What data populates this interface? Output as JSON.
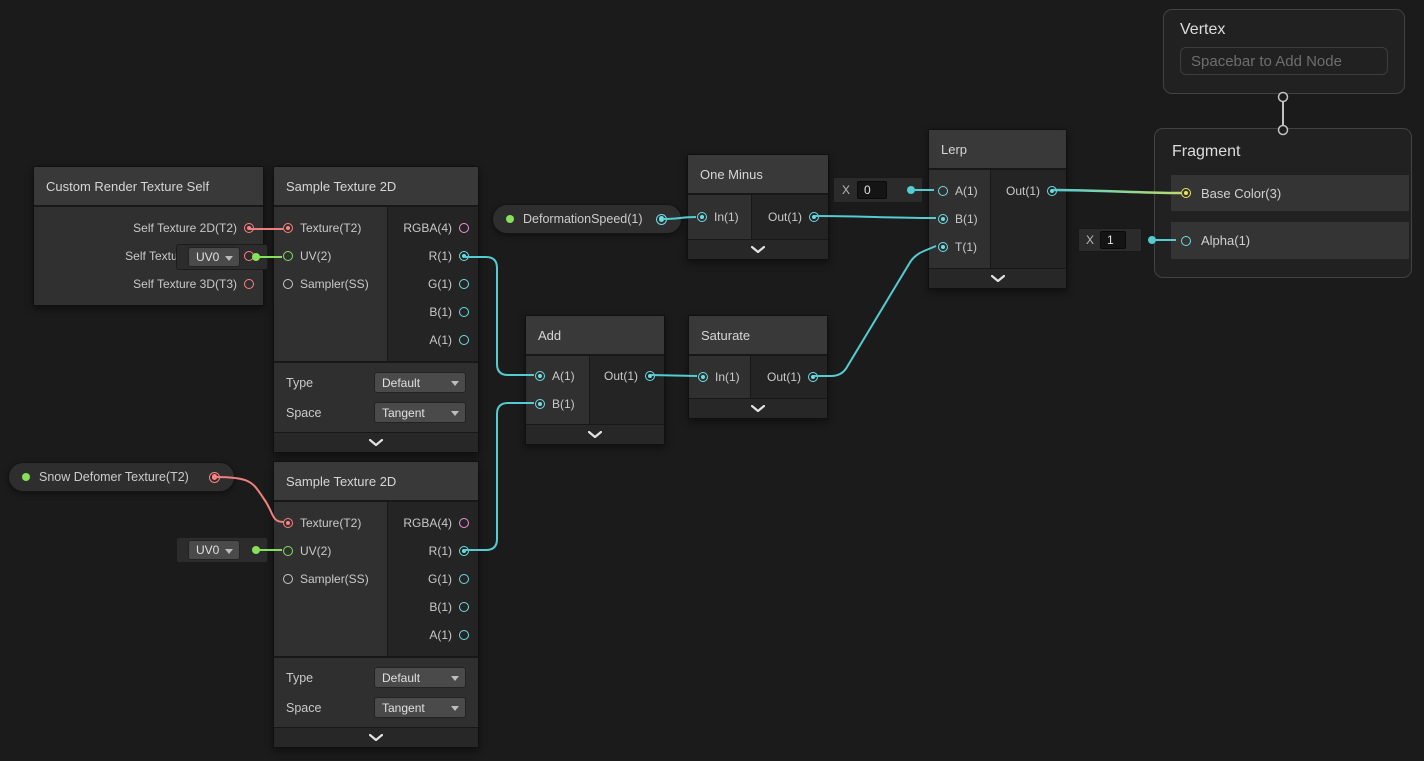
{
  "colors": {
    "background": "#1b1b1b",
    "float_port": "#6ddde2",
    "vector2_port": "#86e05a",
    "vector3_port": "#e6e55e",
    "vector4_port": "#f192d8",
    "texture2d_port": "#ff8181",
    "sampler_port": "#c9c9c9",
    "wire_float": "#53ccd2",
    "wire_texture": "#ef8080",
    "exposed_property_dot": "#86e05a"
  },
  "pills": {
    "snow": {
      "label": "Snow Defomer Texture(T2)"
    },
    "deformation": {
      "label": "DeformationSpeed(1)"
    }
  },
  "nodes": {
    "crt": {
      "title": "Custom Render Texture Self",
      "outputs": [
        "Self Texture 2D(T2)",
        "Self Texture Cube(C)",
        "Self Texture 3D(T3)"
      ]
    },
    "sample1": {
      "title": "Sample Texture 2D",
      "inputs": [
        "Texture(T2)",
        "UV(2)",
        "Sampler(SS)"
      ],
      "outputs": [
        "RGBA(4)",
        "R(1)",
        "G(1)",
        "B(1)",
        "A(1)"
      ],
      "type_label": "Type",
      "type_value": "Default",
      "space_label": "Space",
      "space_value": "Tangent"
    },
    "sample2": {
      "title": "Sample Texture 2D",
      "inputs": [
        "Texture(T2)",
        "UV(2)",
        "Sampler(SS)"
      ],
      "outputs": [
        "RGBA(4)",
        "R(1)",
        "G(1)",
        "B(1)",
        "A(1)"
      ],
      "type_label": "Type",
      "type_value": "Default",
      "space_label": "Space",
      "space_value": "Tangent"
    },
    "one_minus": {
      "title": "One Minus",
      "inputs": [
        "In(1)"
      ],
      "outputs": [
        "Out(1)"
      ]
    },
    "add": {
      "title": "Add",
      "inputs": [
        "A(1)",
        "B(1)"
      ],
      "outputs": [
        "Out(1)"
      ]
    },
    "saturate": {
      "title": "Saturate",
      "inputs": [
        "In(1)"
      ],
      "outputs": [
        "Out(1)"
      ]
    },
    "lerp": {
      "title": "Lerp",
      "inputs": [
        "A(1)",
        "B(1)",
        "T(1)"
      ],
      "outputs": [
        "Out(1)"
      ]
    },
    "vertex": {
      "title": "Vertex",
      "placeholder": "Spacebar to Add Node"
    },
    "fragment": {
      "title": "Fragment",
      "rows": [
        "Base Color(3)",
        "Alpha(1)"
      ]
    }
  },
  "widgets": {
    "uv0_1": {
      "value": "UV0"
    },
    "uv0_2": {
      "value": "UV0"
    },
    "lerp_a": {
      "label": "X",
      "value": "0"
    },
    "alpha": {
      "label": "X",
      "value": "1"
    }
  }
}
